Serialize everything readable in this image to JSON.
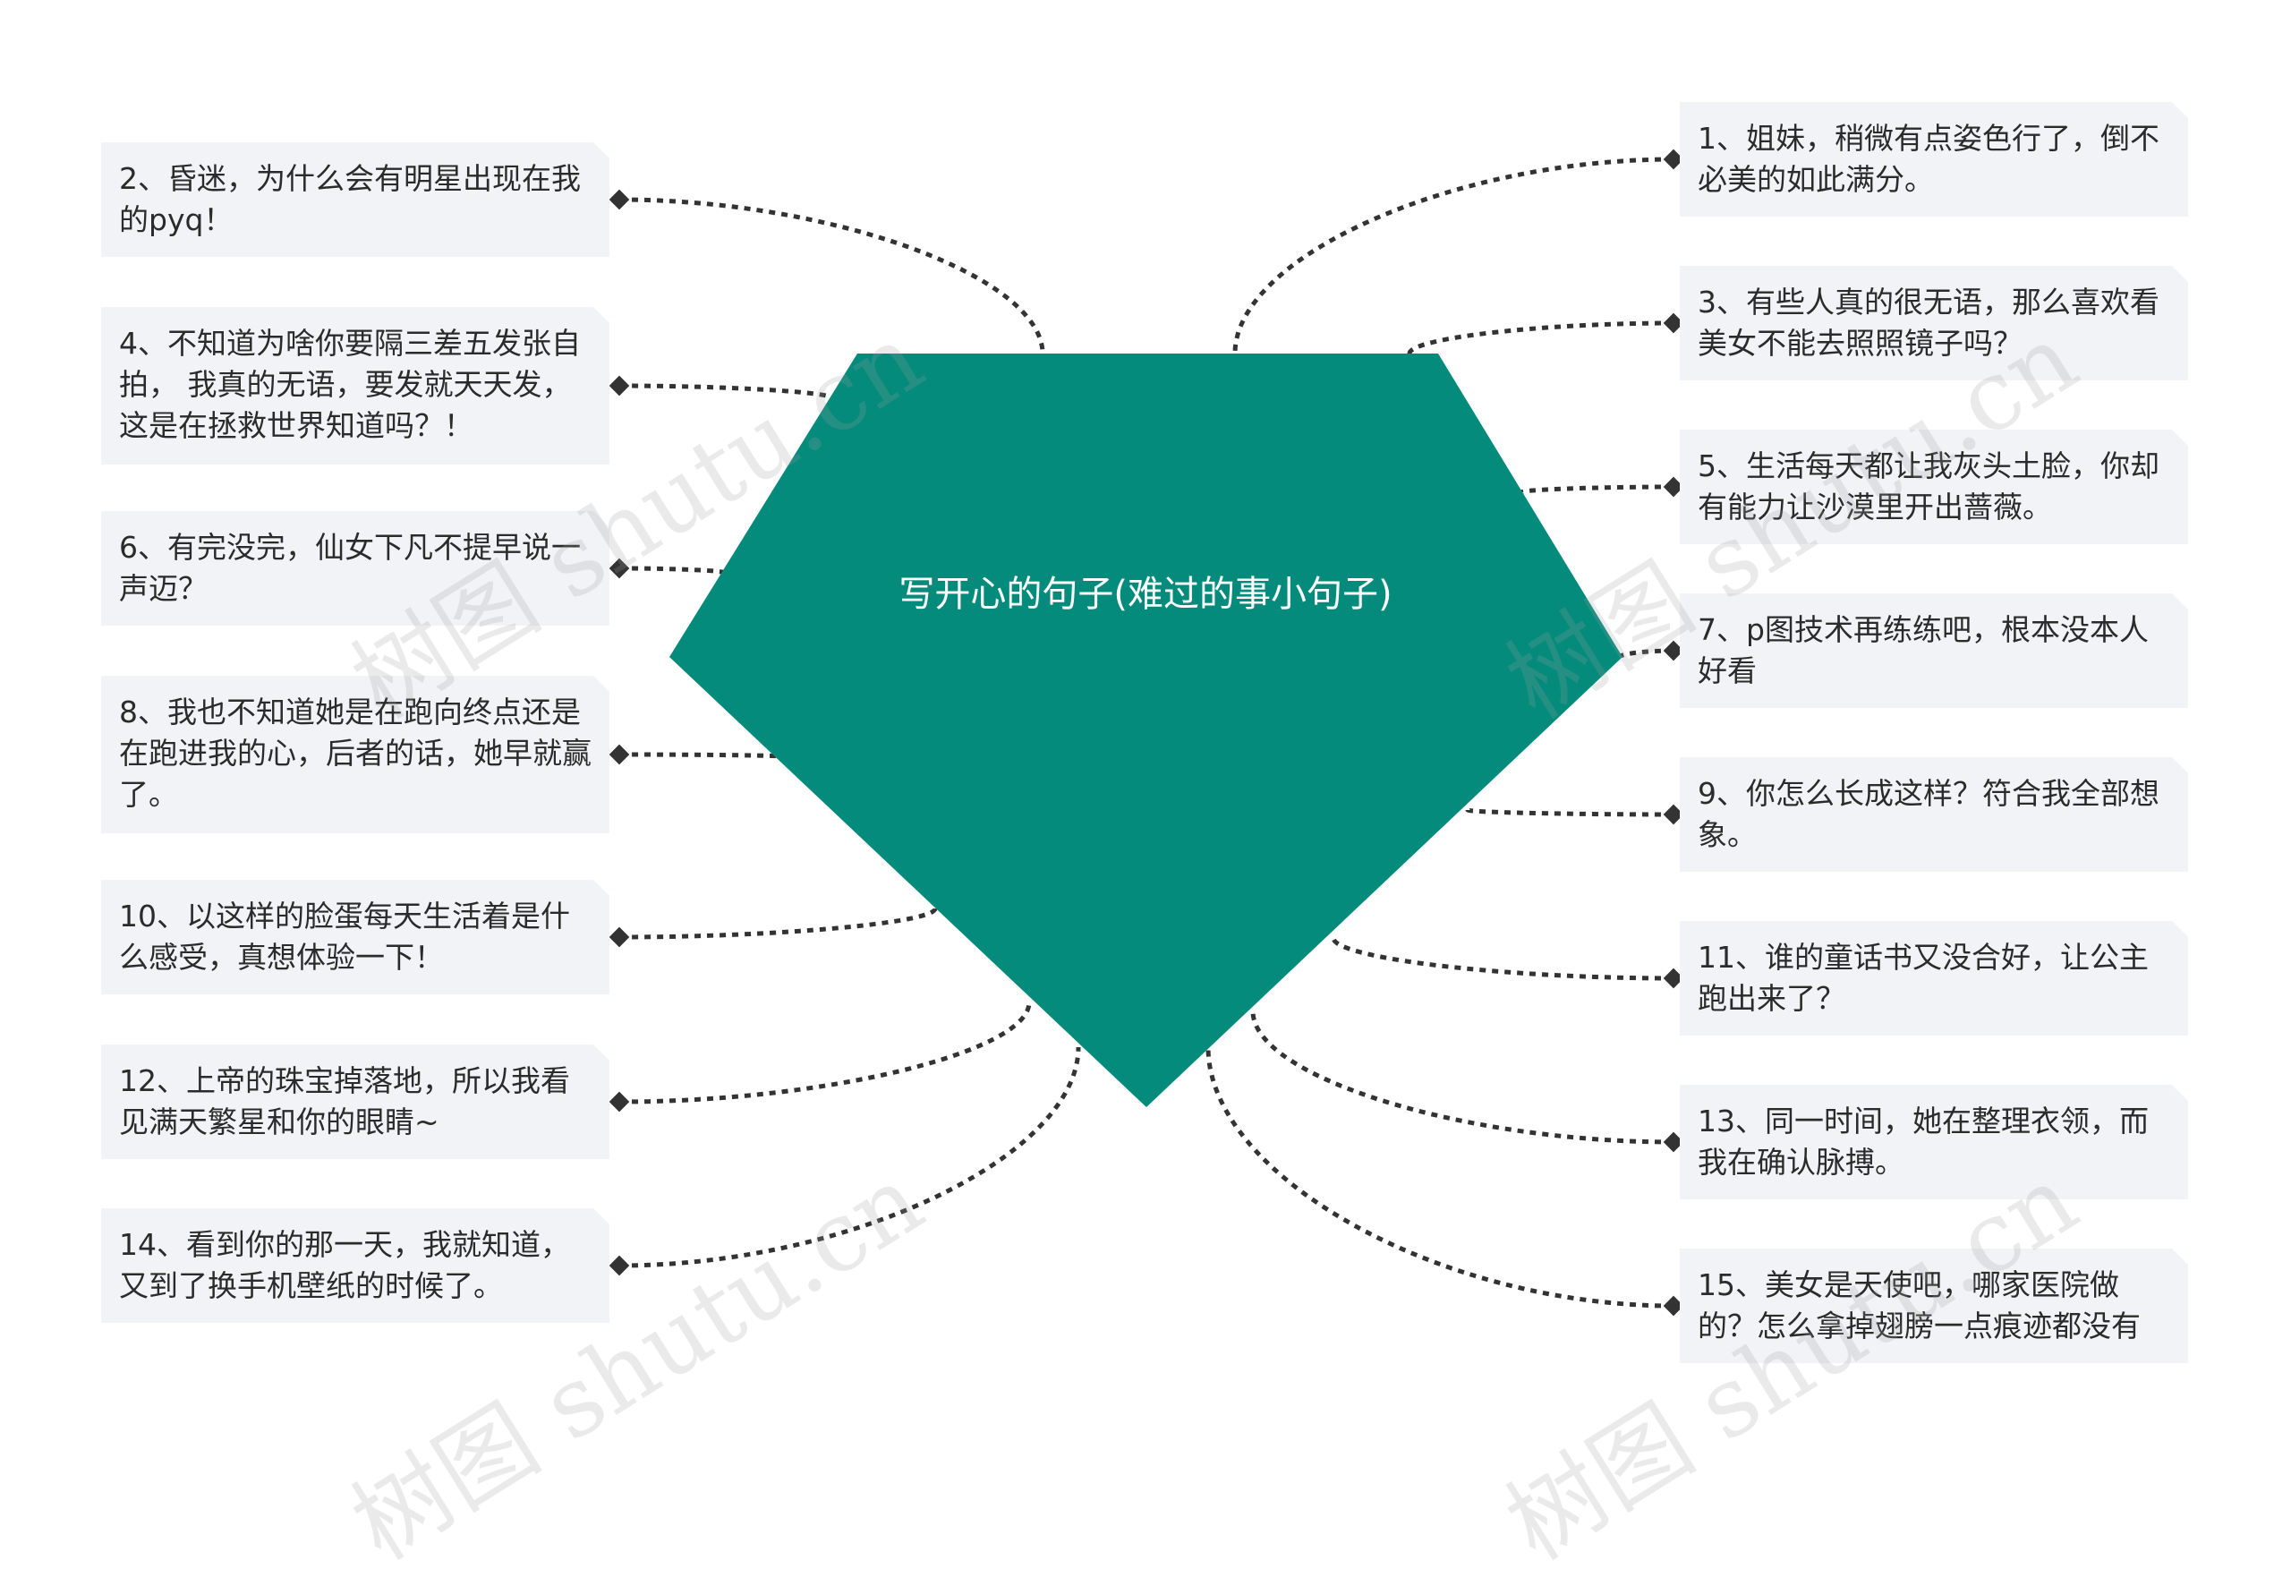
{
  "center": {
    "title": "写开心的句子(难过的事小句子)",
    "color": "#058b7c"
  },
  "link_color": "#333333",
  "node_fill": "#f1f3f6",
  "watermark": "树图 shutu.cn",
  "left_nodes": [
    {
      "text": "2、昏迷，为什么会有明星出现在我的pyq！"
    },
    {
      "text": "4、不知道为啥你要隔三差五发张自拍， 我真的无语，要发就天天发，这是在拯救世界知道吗？！"
    },
    {
      "text": "6、有完没完，仙女下凡不提早说一声迈？"
    },
    {
      "text": "8、我也不知道她是在跑向终点还是在跑进我的心，后者的话，她早就赢了。"
    },
    {
      "text": "10、以这样的脸蛋每天生活着是什么感受，真想体验一下！"
    },
    {
      "text": "12、上帝的珠宝掉落地，所以我看见满天繁星和你的眼睛~"
    },
    {
      "text": "14、看到你的那一天，我就知道，又到了换手机壁纸的时候了。"
    }
  ],
  "right_nodes": [
    {
      "text": "1、姐妹，稍微有点姿色行了，倒不必美的如此满分。"
    },
    {
      "text": "3、有些人真的很无语，那么喜欢看美女不能去照照镜子吗？"
    },
    {
      "text": "5、生活每天都让我灰头土脸，你却有能力让沙漠里开出蔷薇。"
    },
    {
      "text": "7、p图技术再练练吧，根本没本人好看"
    },
    {
      "text": "9、你怎么长成这样？符合我全部想象。"
    },
    {
      "text": "11、谁的童话书又没合好，让公主跑出来了？"
    },
    {
      "text": "13、同一时间，她在整理衣领，而我在确认脉搏。"
    },
    {
      "text": "15、美女是天使吧，哪家医院做的？怎么拿掉翅膀一点痕迹都没有"
    }
  ]
}
